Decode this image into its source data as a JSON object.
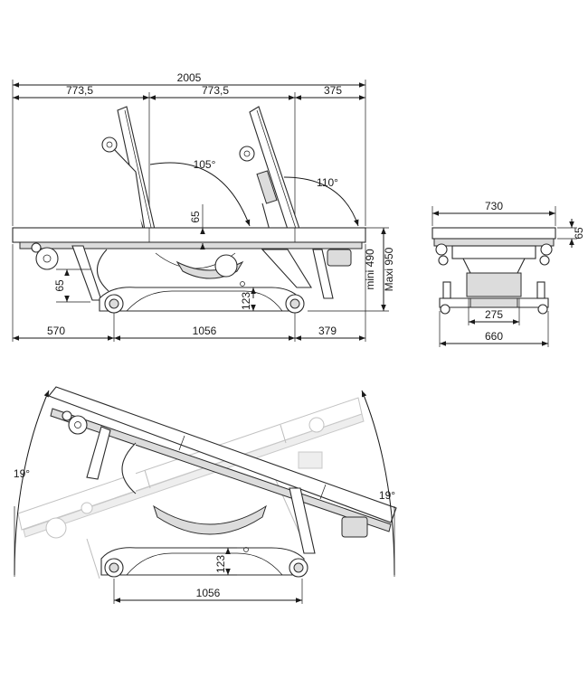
{
  "side_view": {
    "dims": {
      "overall_length": "2005",
      "segment_1": "773,5",
      "segment_2": "773,5",
      "segment_3": "375",
      "angle_back": "105°",
      "angle_head": "110°",
      "pad_thickness": "65",
      "height_min": "mini  490",
      "height_max": "Maxi 950",
      "arm_height": "65",
      "ground_clearance": "123",
      "overhang_left": "570",
      "wheelbase": "1056",
      "overhang_right": "379"
    }
  },
  "end_view": {
    "dims": {
      "width": "730",
      "pad_thickness": "65",
      "inner_width": "275",
      "base_width": "660"
    }
  },
  "tilt_view": {
    "dims": {
      "tilt_left": "19°",
      "tilt_right": "19°",
      "ground_clearance": "123",
      "wheelbase": "1056"
    }
  }
}
